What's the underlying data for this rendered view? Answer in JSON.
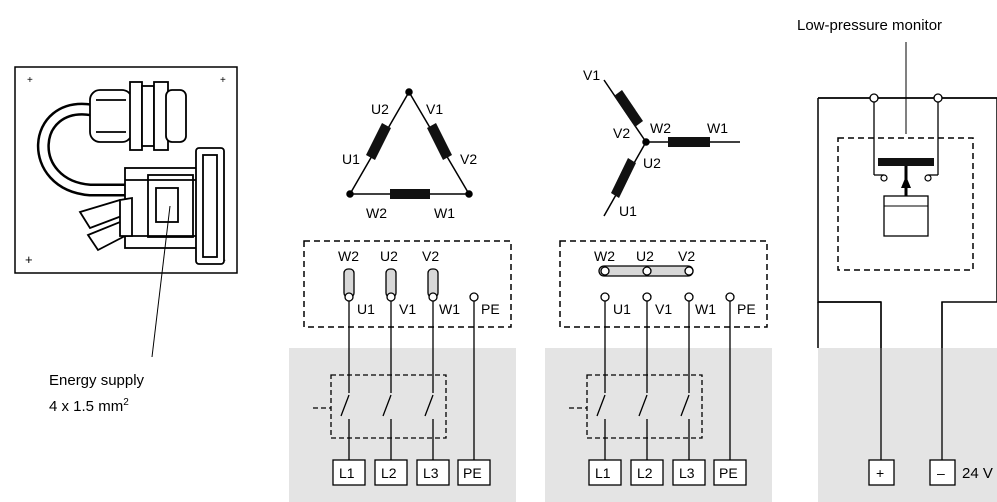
{
  "energy_supply": {
    "label_line1": "Energy supply",
    "label_line2": "4 x 1.5 mm",
    "label_sup": "2"
  },
  "delta": {
    "windings": [
      "U1",
      "U2",
      "V1",
      "V2",
      "W1",
      "W2"
    ],
    "terminal_top": [
      "W2",
      "U2",
      "V2"
    ],
    "terminal_bottom": [
      "U1",
      "V1",
      "W1",
      "PE"
    ],
    "supply": [
      "L1",
      "L2",
      "L3",
      "PE"
    ]
  },
  "star": {
    "windings": [
      "U1",
      "U2",
      "V1",
      "V2",
      "W1",
      "W2"
    ],
    "terminal_top": [
      "W2",
      "U2",
      "V2"
    ],
    "terminal_bottom": [
      "U1",
      "V1",
      "W1",
      "PE"
    ],
    "supply": [
      "L1",
      "L2",
      "L3",
      "PE"
    ]
  },
  "monitor": {
    "title": "Low-pressure monitor",
    "plus": "+",
    "minus": "–",
    "voltage": "24 V"
  },
  "colors": {
    "panel_fill": "#e4e4e4",
    "line": "#000000",
    "coil": "#111111"
  }
}
